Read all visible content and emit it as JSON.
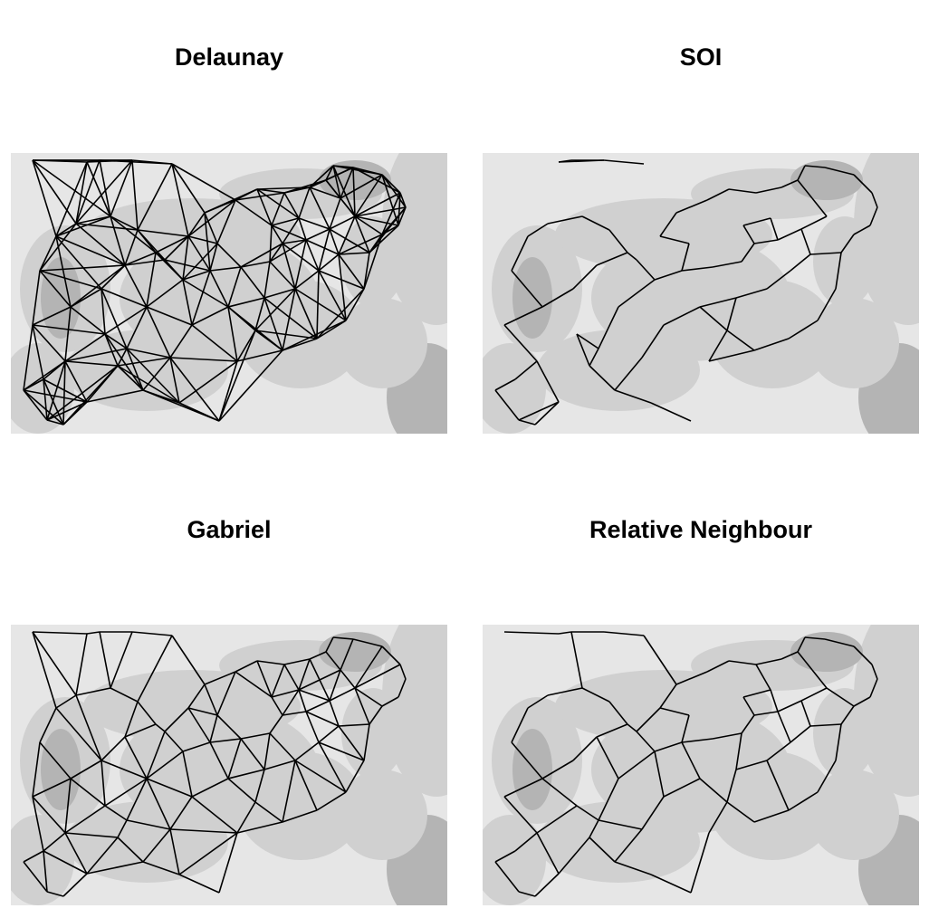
{
  "figure": {
    "panels": [
      {
        "id": "delaunay",
        "title": "Delaunay"
      },
      {
        "id": "soi",
        "title": "SOI"
      },
      {
        "id": "gabriel",
        "title": "Gabriel"
      },
      {
        "id": "relative",
        "title": "Relative Neighbour"
      }
    ],
    "colors": {
      "background": "#ffffff",
      "map_base": "#e6e6e6",
      "map_mid": "#bfbfbf",
      "map_dark": "#8c8c8c",
      "edges": "#000000"
    }
  }
}
